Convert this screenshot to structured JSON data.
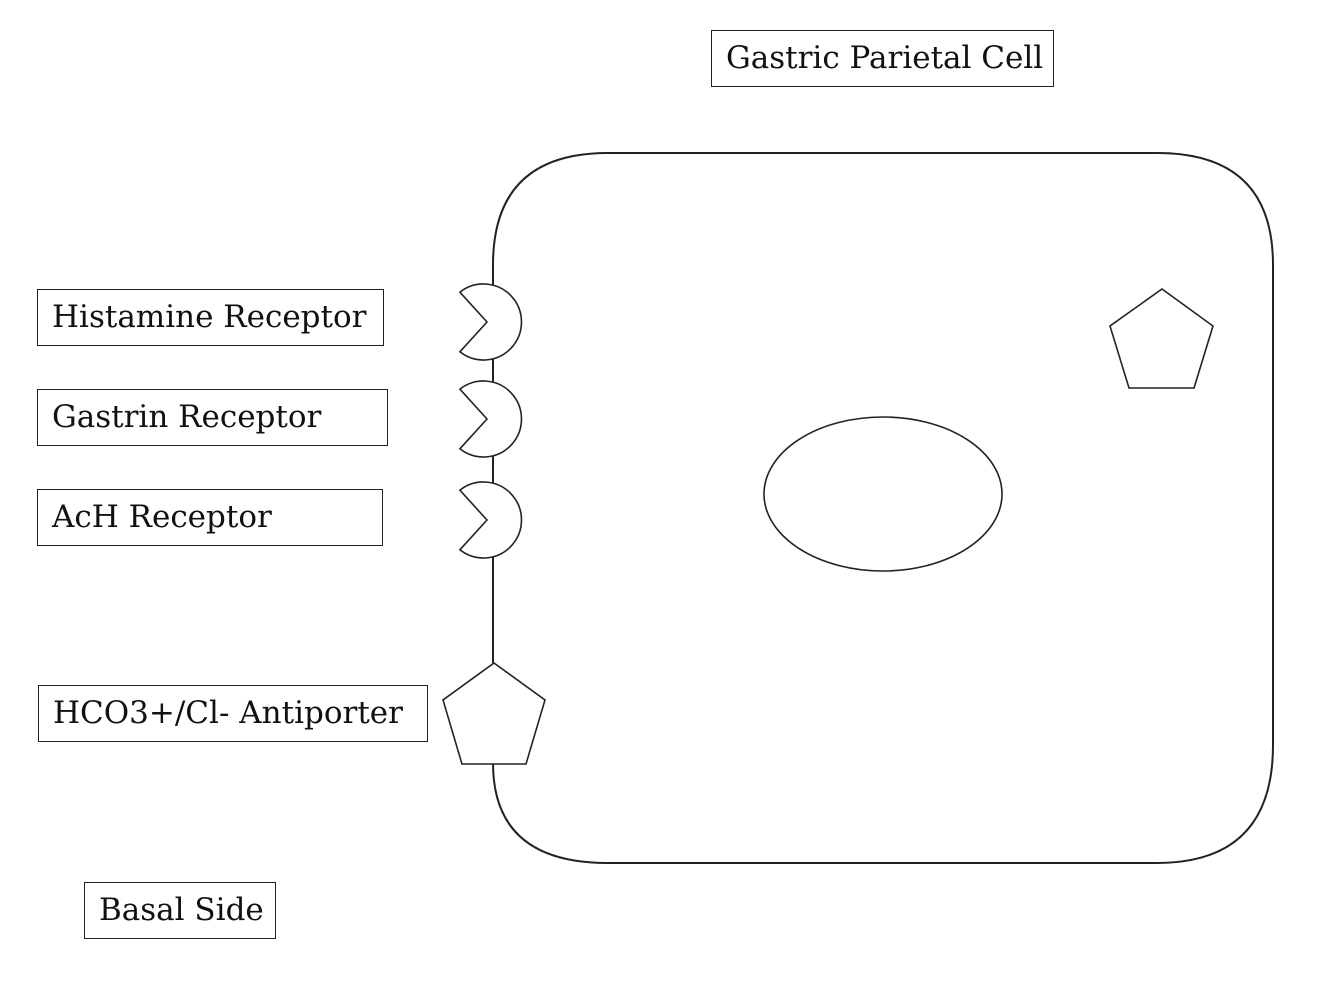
{
  "title": "Gastric Parietal Cell",
  "labels": {
    "histamine_receptor": "Histamine Receptor",
    "gastrin_receptor": "Gastrin Receptor",
    "ach_receptor": "AcH Receptor",
    "antiporter": "HCO3+/Cl- Antiporter",
    "basal_side": "Basal Side"
  },
  "colors": {
    "stroke": "#222222",
    "fill": "#ffffff"
  }
}
